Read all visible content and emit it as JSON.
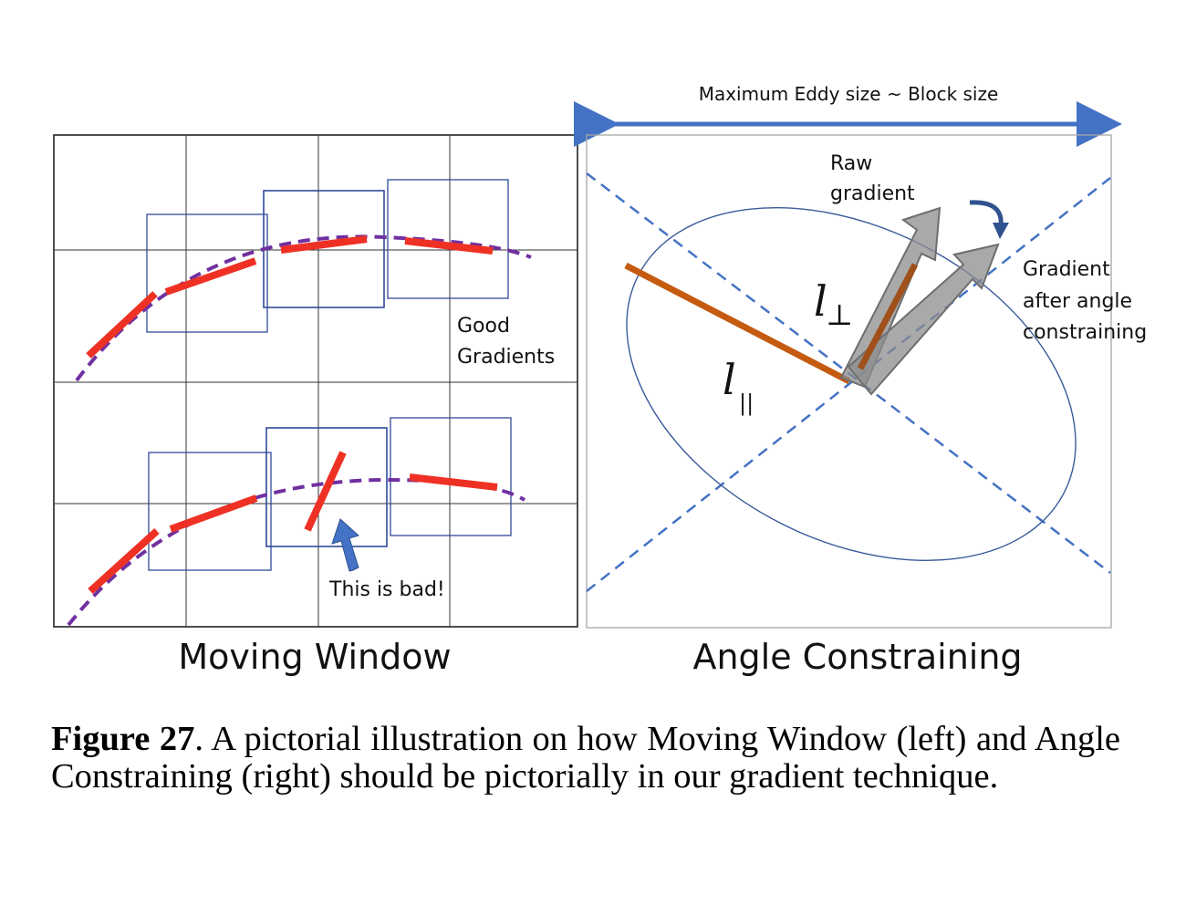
{
  "left_panel": {
    "title": "Moving Window",
    "good_label_line1": "Good",
    "good_label_line2": "Gradients",
    "bad_label": "This is bad!"
  },
  "right_panel": {
    "title": "Angle Constraining",
    "top_label": "Maximum Eddy size ~ Block size",
    "raw_label_line1": "Raw",
    "raw_label_line2": "gradient",
    "constrained_label_line1": "Gradient",
    "constrained_label_line2": "after angle",
    "constrained_label_line3": "constraining",
    "l_perp_symbol": "l",
    "l_perp_subscript": "⊥",
    "l_par_symbol": "l",
    "l_par_subscript": "||"
  },
  "caption": {
    "label": "Figure 27",
    "text": ".  A pictorial illustration on how Moving Window (left) and Angle Constraining (right) should be pictorially in our gradient technique."
  },
  "colors": {
    "grid": "#222222",
    "window_box": "#2f4b9a",
    "gradient_segment": "#ee3124",
    "curve": "#7030a0",
    "arrow_blue": "#4472c4",
    "diagonal": "#4472c4",
    "ellipse": "#3a5a9a",
    "orange_bar": "#c55a11",
    "gray_arrow": "#999999"
  }
}
